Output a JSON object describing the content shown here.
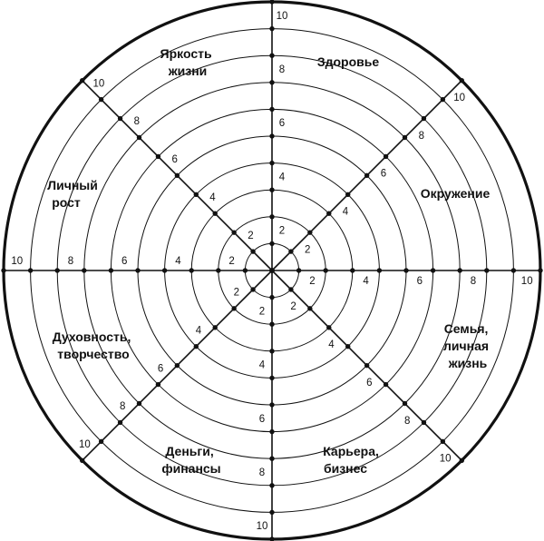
{
  "wheel": {
    "ring_count": 10,
    "ring_values_labeled": [
      "2",
      "4",
      "6",
      "8",
      "10"
    ],
    "spoke_count": 8,
    "sectors": [
      {
        "id": "health",
        "label_lines": [
          "Здоровье"
        ]
      },
      {
        "id": "environment",
        "label_lines": [
          "Окружение"
        ]
      },
      {
        "id": "family",
        "label_lines": [
          "Семья,",
          "личная",
          "жизнь"
        ]
      },
      {
        "id": "career",
        "label_lines": [
          "Карьера,",
          "бизнес"
        ]
      },
      {
        "id": "money",
        "label_lines": [
          "Деньги,",
          "финансы"
        ]
      },
      {
        "id": "spirituality",
        "label_lines": [
          "Духовность,",
          "творчество"
        ]
      },
      {
        "id": "growth",
        "label_lines": [
          "Личный",
          "рост"
        ]
      },
      {
        "id": "brightness",
        "label_lines": [
          "Яркость",
          "жизни"
        ]
      }
    ],
    "colors": {
      "line": "#111111",
      "dot": "#111111",
      "background": "#ffffff"
    }
  }
}
